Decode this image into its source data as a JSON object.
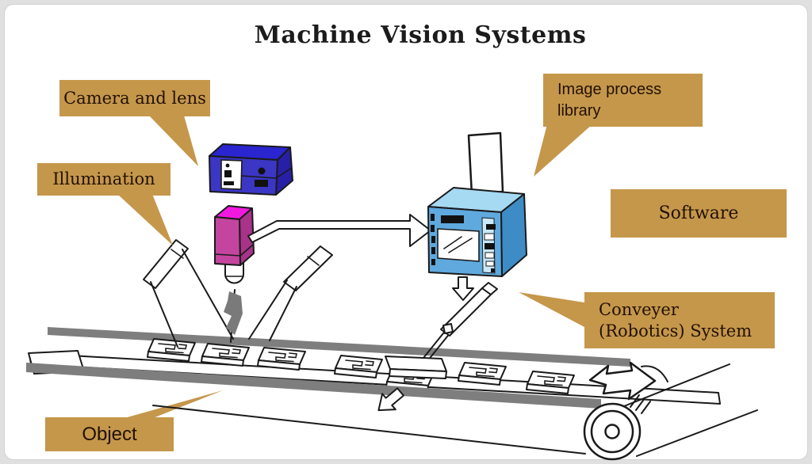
{
  "title": "Machine Vision Systems",
  "labels": {
    "camera_and_lens": "Camera and lens",
    "illumination": "Illumination",
    "image_process_library_line1": "Image process",
    "image_process_library_line2": "library",
    "software": "Software",
    "conveyer_line1": "Conveyer",
    "conveyer_line2": "(Robotics) System",
    "object": "Object"
  },
  "colors": {
    "label_bg": "#c5974b",
    "label_text": "#221103",
    "title_text": "#1b1b1b",
    "camera_blue_top": "#2a25cf",
    "camera_blue_front": "#3b36c4",
    "camera_blue_side": "#2720a6",
    "lens_magenta_top": "#f318e0",
    "lens_magenta_front": "#c4459f",
    "lens_magenta_side": "#a83389",
    "processor_top": "#a6d9f2",
    "processor_front": "#5fa9de",
    "processor_side": "#3e8cc6",
    "processor_button_strip": "#c9e8f8",
    "conveyor_gray": "#7e7e7e",
    "shadow_gray": "#7a7a7a",
    "outline": "#1a1a1a",
    "background_card": "#ffffff",
    "background_frame": "#e0e0e0"
  }
}
